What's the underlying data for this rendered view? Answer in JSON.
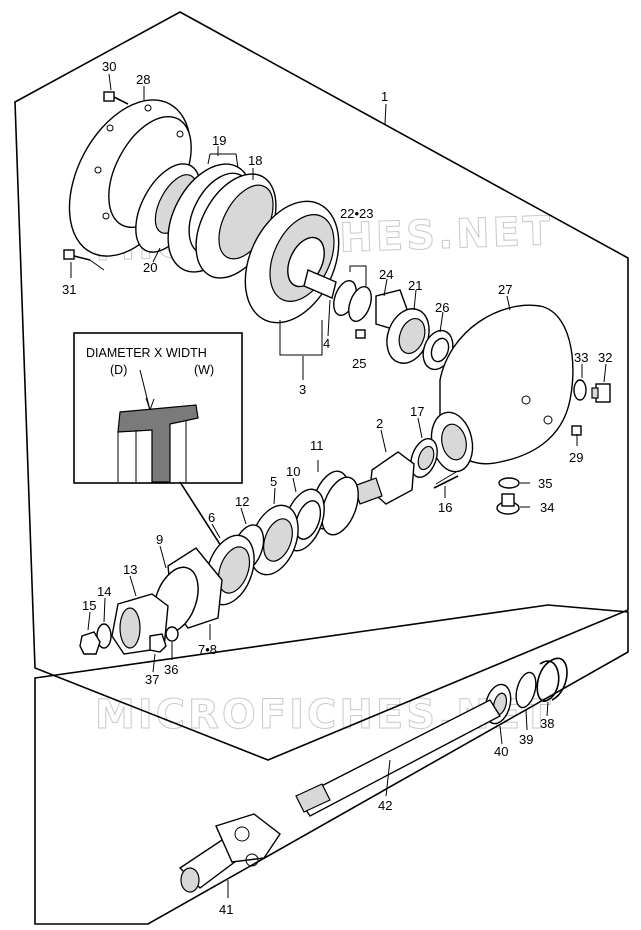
{
  "watermark": "MICROFICHES.NET",
  "inset": {
    "title": "DIAMETER X WIDTH",
    "left_label": "(D)",
    "right_label": "(W)"
  },
  "callouts": {
    "c1": "1",
    "c2": "2",
    "c3": "3",
    "c4": "4",
    "c5": "5",
    "c6": "6",
    "c78": "7•8",
    "c9": "9",
    "c10": "10",
    "c11": "11",
    "c12": "12",
    "c13": "13",
    "c14": "14",
    "c15": "15",
    "c16": "16",
    "c17": "17",
    "c18": "18",
    "c19": "19",
    "c20": "20",
    "c21": "21",
    "c2223": "22•23",
    "c24": "24",
    "c25": "25",
    "c26": "26",
    "c27": "27",
    "c28": "28",
    "c29": "29",
    "c30": "30",
    "c31": "31",
    "c32": "32",
    "c33": "33",
    "c34": "34",
    "c35": "35",
    "c36": "36",
    "c37": "37",
    "c38": "38",
    "c39": "39",
    "c40": "40",
    "c41": "41",
    "c42": "42"
  }
}
